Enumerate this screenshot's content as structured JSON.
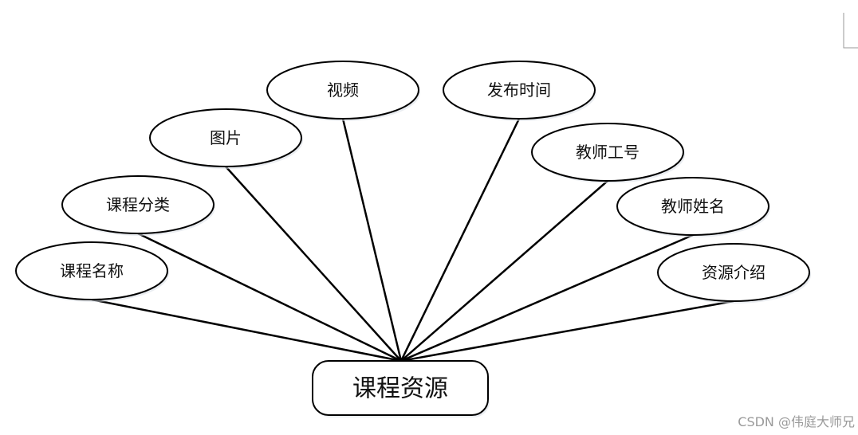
{
  "diagram": {
    "entity": {
      "label": "课程资源"
    },
    "attributes": [
      {
        "id": "course-name",
        "label": "课程名称"
      },
      {
        "id": "course-category",
        "label": "课程分类"
      },
      {
        "id": "image",
        "label": "图片"
      },
      {
        "id": "video",
        "label": "视频"
      },
      {
        "id": "publish-time",
        "label": "发布时间"
      },
      {
        "id": "teacher-id",
        "label": "教师工号"
      },
      {
        "id": "teacher-name",
        "label": "教师姓名"
      },
      {
        "id": "resource-intro",
        "label": "资源介绍"
      }
    ]
  },
  "watermark": {
    "text": "CSDN @伟庭大师兄"
  },
  "colors": {
    "stroke": "#000000",
    "fill": "#ffffff",
    "text": "#111111",
    "watermark": "#9a9a9a",
    "shadow": "#d8dee6"
  }
}
